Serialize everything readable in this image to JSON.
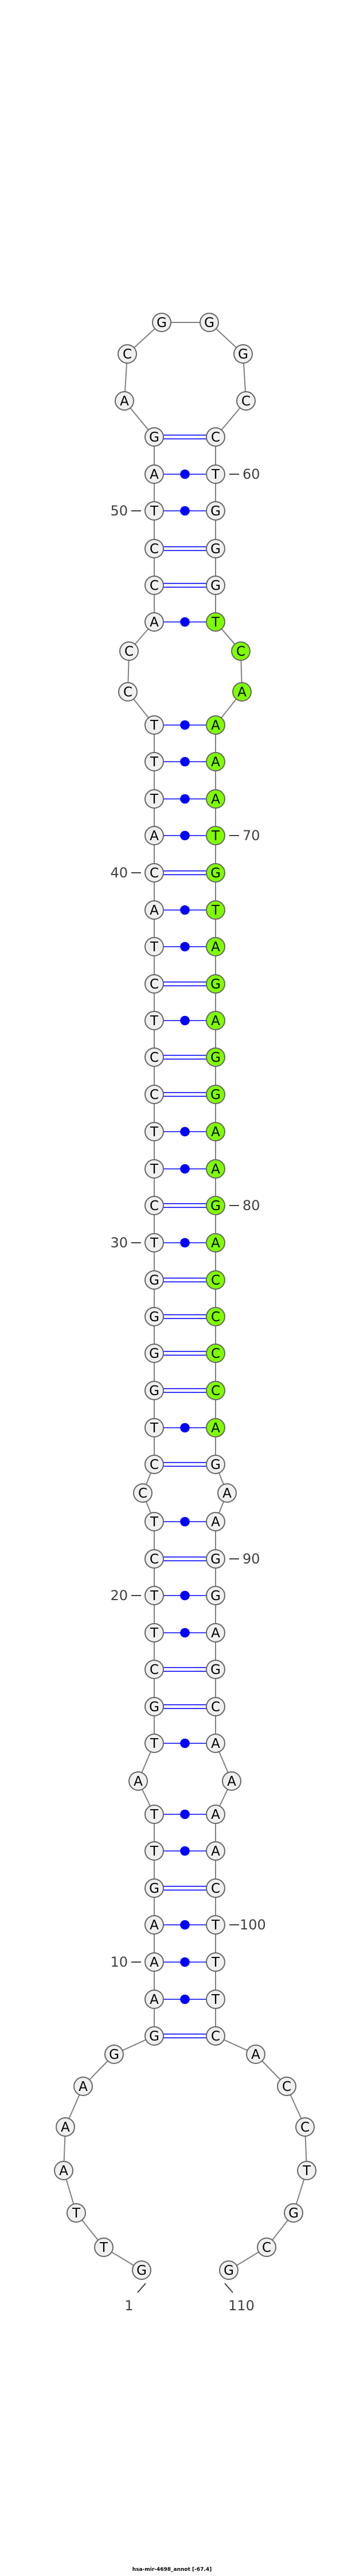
{
  "title": "hsa-mir-4698_annot [-67.4]",
  "sequence": [
    "G",
    "T",
    "T",
    "A",
    "A",
    "A",
    "G",
    "G",
    "A",
    "A",
    "A",
    "G",
    "T",
    "T",
    "A",
    "T",
    "G",
    "C",
    "T",
    "T",
    "C",
    "T",
    "C",
    "C",
    "T",
    "G",
    "G",
    "G",
    "G",
    "T",
    "C",
    "T",
    "T",
    "C",
    "C",
    "T",
    "C",
    "T",
    "A",
    "C",
    "A",
    "T",
    "T",
    "T",
    "C",
    "C",
    "A",
    "C",
    "C",
    "T",
    "A",
    "G",
    "A",
    "C",
    "G",
    "G",
    "G",
    "C",
    "C",
    "T",
    "G",
    "G",
    "G",
    "T",
    "C",
    "A",
    "A",
    "A",
    "A",
    "T",
    "G",
    "T",
    "A",
    "G",
    "A",
    "G",
    "G",
    "A",
    "A",
    "G",
    "A",
    "C",
    "C",
    "C",
    "C",
    "A",
    "G",
    "A",
    "A",
    "G",
    "G",
    "A",
    "G",
    "C",
    "A",
    "A",
    "A",
    "A",
    "C",
    "T",
    "T",
    "T",
    "C",
    "A",
    "C",
    "C",
    "T",
    "G",
    "C",
    "G"
  ],
  "pairs": [
    [
      8,
      103
    ],
    [
      9,
      102
    ],
    [
      10,
      101
    ],
    [
      11,
      100
    ],
    [
      12,
      99
    ],
    [
      13,
      98
    ],
    [
      14,
      97
    ],
    [
      16,
      95
    ],
    [
      17,
      94
    ],
    [
      18,
      93
    ],
    [
      19,
      92
    ],
    [
      20,
      91
    ],
    [
      21,
      90
    ],
    [
      22,
      89
    ],
    [
      24,
      87
    ],
    [
      25,
      86
    ],
    [
      26,
      85
    ],
    [
      27,
      84
    ],
    [
      28,
      83
    ],
    [
      29,
      82
    ],
    [
      30,
      81
    ],
    [
      31,
      80
    ],
    [
      32,
      79
    ],
    [
      33,
      78
    ],
    [
      34,
      77
    ],
    [
      35,
      76
    ],
    [
      36,
      75
    ],
    [
      37,
      74
    ],
    [
      38,
      73
    ],
    [
      39,
      72
    ],
    [
      40,
      71
    ],
    [
      41,
      70
    ],
    [
      42,
      69
    ],
    [
      43,
      68
    ],
    [
      44,
      67
    ],
    [
      47,
      64
    ],
    [
      48,
      63
    ],
    [
      49,
      62
    ],
    [
      50,
      61
    ],
    [
      51,
      60
    ],
    [
      52,
      59
    ]
  ],
  "highlight": {
    "start": 64,
    "end": 86,
    "color": "#7fff00"
  },
  "position_labels": [
    "1",
    "10",
    "20",
    "30",
    "40",
    "50",
    "60",
    "70",
    "80",
    "90",
    "100",
    "110"
  ],
  "colors": {
    "node_fill": "#f0f0f0",
    "node_stroke": "#666666",
    "pair": "#0000ff",
    "backbone": "#808080"
  }
}
